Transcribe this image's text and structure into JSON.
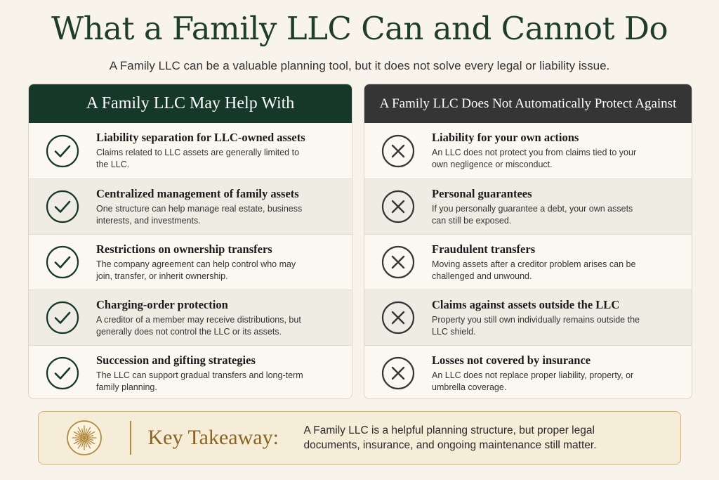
{
  "title": "What a Family LLC Can and Cannot Do",
  "subtitle": "A Family LLC can be a valuable planning tool, but it does not solve every legal or liability issue.",
  "left": {
    "header": "A Family LLC May Help With",
    "icon": "check-circle-icon",
    "color": "#16382a",
    "items": [
      {
        "title": "Liability separation for LLC-owned assets",
        "desc": "Claims related to LLC assets are generally limited to the LLC."
      },
      {
        "title": "Centralized management of family assets",
        "desc": "One structure can help manage real estate, business interests, and investments."
      },
      {
        "title": "Restrictions on ownership transfers",
        "desc": "The company agreement can help control who may join, transfer, or inherit ownership."
      },
      {
        "title": "Charging-order protection",
        "desc": "A creditor of a member may receive distributions, but generally does not control the LLC or its assets."
      },
      {
        "title": "Succession and gifting strategies",
        "desc": "The LLC can support gradual transfers and long-term family planning."
      }
    ]
  },
  "right": {
    "header": "A Family LLC Does Not Automatically Protect Against",
    "icon": "x-circle-icon",
    "color": "#353535",
    "items": [
      {
        "title": "Liability for your own actions",
        "desc": "An LLC does not protect you from claims tied to your own negligence or misconduct."
      },
      {
        "title": "Personal guarantees",
        "desc": "If you personally guarantee a debt, your own assets can still be exposed."
      },
      {
        "title": "Fraudulent transfers",
        "desc": "Moving assets after a creditor problem arises can be challenged and unwound."
      },
      {
        "title": "Claims against assets outside the LLC",
        "desc": "Property you still own individually remains outside the LLC shield."
      },
      {
        "title": "Losses not covered by insurance",
        "desc": "An LLC does not replace proper liability, property, or umbrella coverage."
      }
    ]
  },
  "takeaway": {
    "icon": "sunburst-icon",
    "label": "Key Takeaway:",
    "text": "A Family LLC is a helpful planning structure, but proper legal documents, insurance, and ongoing maintenance still matter.",
    "accent": "#b08a3c"
  }
}
